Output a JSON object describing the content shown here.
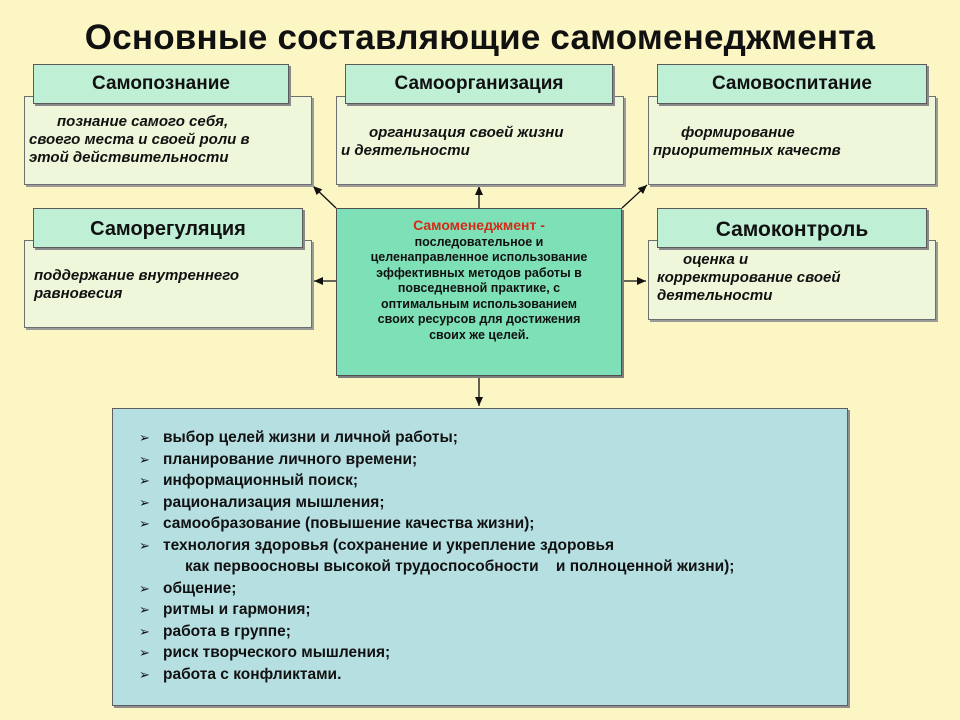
{
  "title": "Основные составляющие самоменеджмента",
  "boxes": {
    "samopoznanie": {
      "heading": "Самопознание",
      "text": [
        "познание самого себя,",
        "своего места и своей роли в",
        "этой действительности"
      ]
    },
    "samoorganizaciya": {
      "heading": "Самоорганизация",
      "text": [
        "организация своей жизни",
        "и деятельности"
      ]
    },
    "samovospitanie": {
      "heading": "Самовоспитание",
      "text": [
        "формирование",
        "приоритетных качеств"
      ]
    },
    "samoregulyaciya": {
      "heading": "Саморегуляция",
      "text": [
        "поддержание внутреннего",
        "равновесия"
      ]
    },
    "samokontrol": {
      "heading": "Самоконтроль",
      "text": [
        "оценка и",
        "корректирование своей",
        "деятельности"
      ]
    }
  },
  "center": {
    "term": "Самоменеджмент",
    "dash": " -",
    "lines": [
      "последовательное и",
      "целенаправленное использование",
      "эффективных методов работы в",
      "повседневной практике, с",
      "оптимальным использованием",
      "своих ресурсов для достижения",
      "своих же целей."
    ]
  },
  "list": {
    "bullet": "➢",
    "items": [
      "выбор целей жизни и личной работы;",
      "планирование личного времени;",
      "информационный поиск;",
      "рационализация мышления;",
      "самообразование (повышение качества жизни);",
      "технология здоровья (сохранение и укрепление здоровья",
      "общение;",
      "ритмы и гармония;",
      "работа в группе;",
      "риск творческого мышления;",
      "работа с конфликтами."
    ],
    "continuation": "как первоосновы высокой трудоспособности    и полноценной жизни);"
  }
}
